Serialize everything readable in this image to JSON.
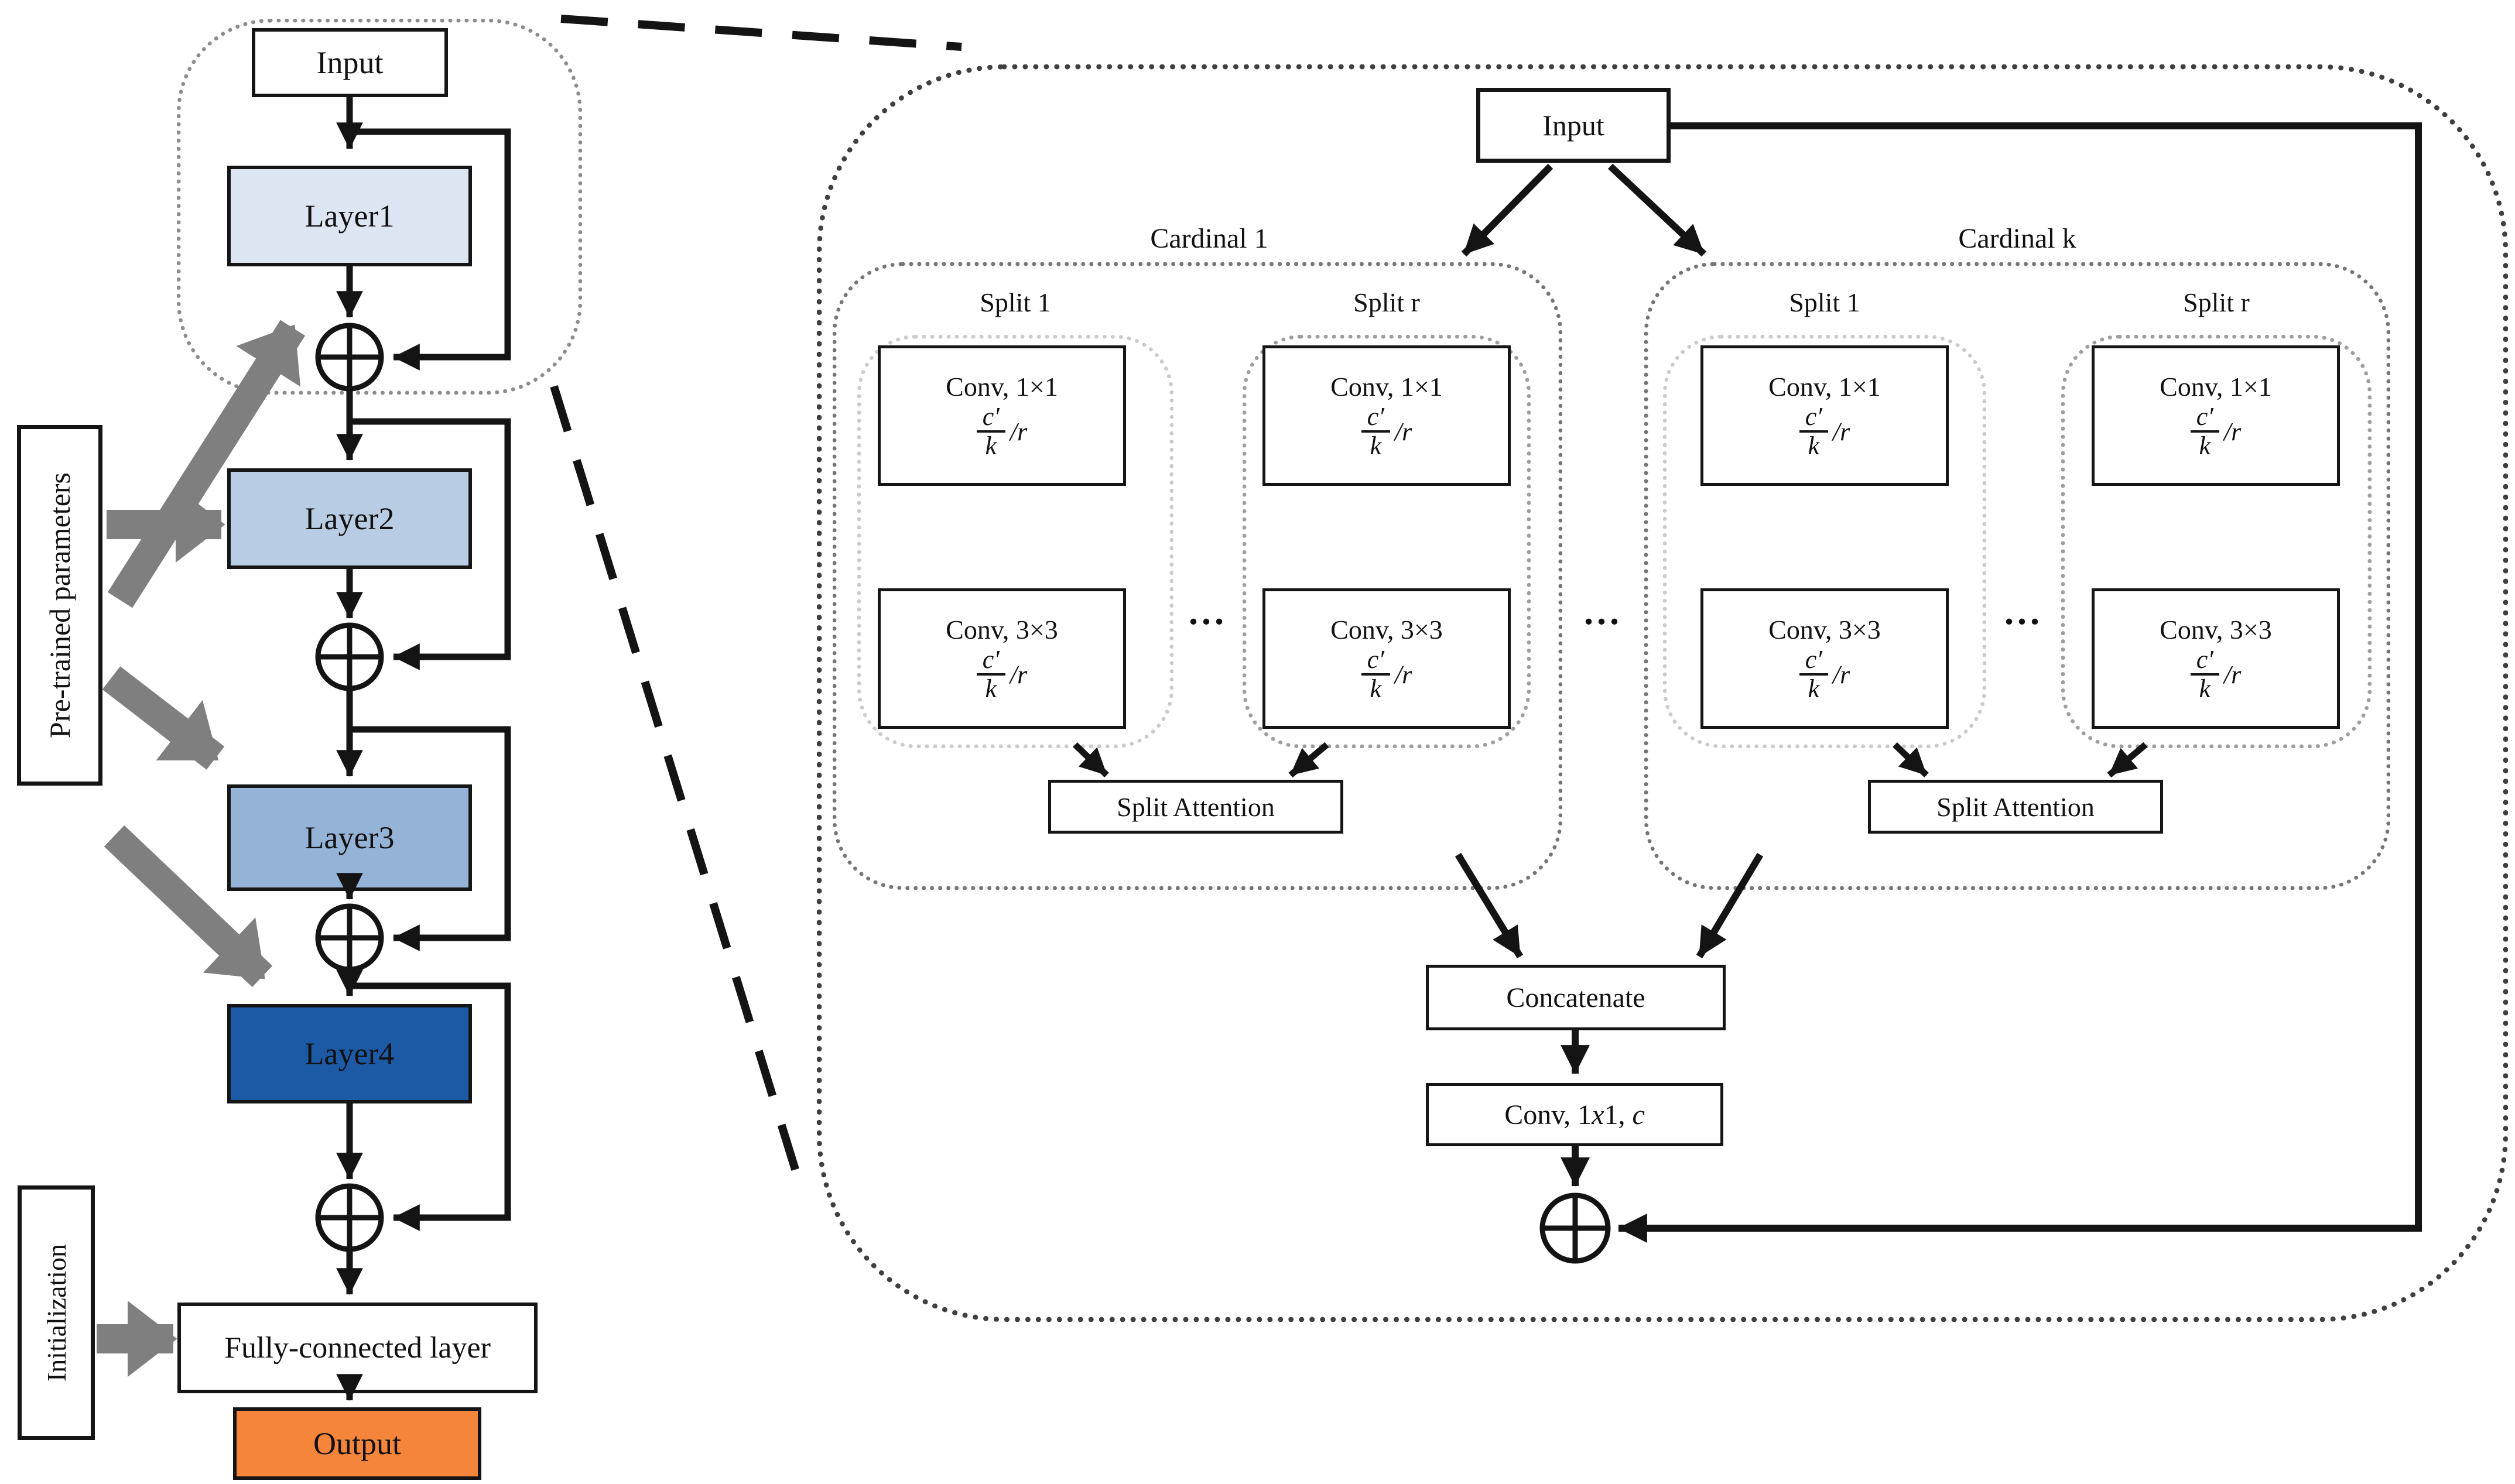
{
  "diagram": {
    "backbone": {
      "input": "Input",
      "layer1": "Layer1",
      "layer2": "Layer2",
      "layer3": "Layer3",
      "layer4": "Layer4",
      "pretrained": "Pre-trained parameters",
      "initialization": "Initialization",
      "fully_connected": "Fully-connected layer",
      "output": "Output"
    },
    "block": {
      "input": "Input",
      "cardinal_1": "Cardinal 1",
      "cardinal_k": "Cardinal k",
      "split_1": "Split 1",
      "split_r": "Split r",
      "conv_1x1": "Conv, 1×1",
      "conv_3x3": "Conv, 3×3",
      "frac_num": "c′",
      "frac_den": "k",
      "frac_suffix": "/r",
      "ellipsis": "...",
      "split_attention": "Split Attention",
      "concatenate": "Concatenate",
      "conv_final_prefix": "Conv, 1",
      "conv_final_x": "x",
      "conv_final_mid": "1,",
      "conv_final_c": "c"
    }
  },
  "colors": {
    "layer1": "#dce6f2",
    "layer2": "#b8cce4",
    "layer3": "#95b3d7",
    "layer4": "#1c5aa5",
    "output": "#f5853b",
    "gray_arrow": "#7f7f7f",
    "line": "#141414"
  }
}
